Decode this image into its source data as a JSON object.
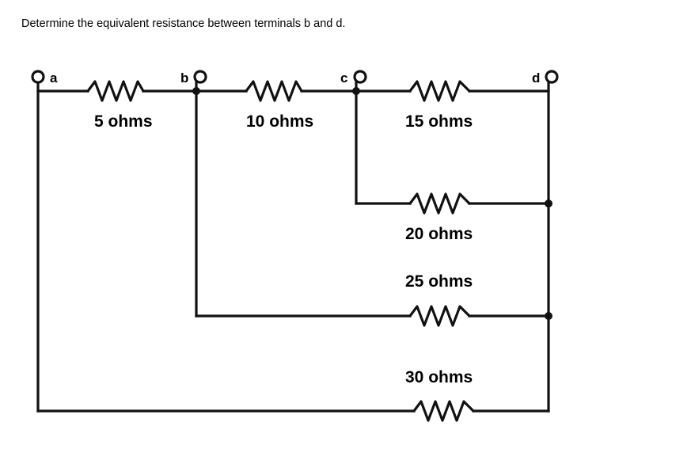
{
  "question": "Determine the equivalent resistance between terminals b and d.",
  "terminals": {
    "a": "a",
    "b": "b",
    "c": "c",
    "d": "d"
  },
  "resistors": {
    "r1": "5 ohms",
    "r2": "10 ohms",
    "r3": "15 ohms",
    "r4": "20 ohms",
    "r5": "25 ohms",
    "r6": "30 ohms"
  }
}
